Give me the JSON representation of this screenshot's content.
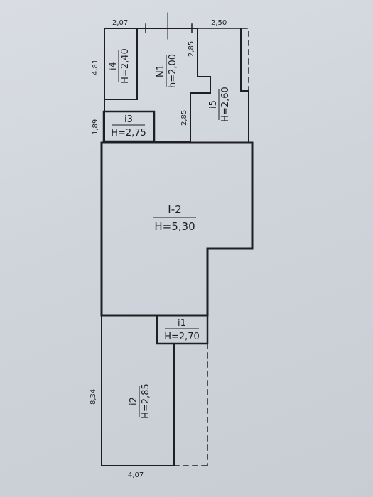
{
  "dimensions": {
    "top_left": "2,07",
    "top_right": "2,50",
    "left_upper": "4,81",
    "left_mid": "1,89",
    "n1_vertical_upper": "2,85",
    "n1_vertical_lower": "2,85",
    "left_lower": "8,34",
    "bottom": "4,07"
  },
  "rooms": {
    "i4": {
      "name": "i4",
      "height": "H=2,40"
    },
    "n1": {
      "name": "N1",
      "height": "h=2,00"
    },
    "i5": {
      "name": "i5",
      "height": "H=2,60"
    },
    "i3": {
      "name": "i3",
      "height": "H=2,75"
    },
    "main": {
      "name": "I-2",
      "height": "H=5,30"
    },
    "i1": {
      "name": "i1",
      "height": "H=2,70"
    },
    "i2": {
      "name": "i2",
      "height": "H=2,85"
    }
  },
  "colors": {
    "line": "#1e1f22",
    "background": "#d3d8de"
  }
}
